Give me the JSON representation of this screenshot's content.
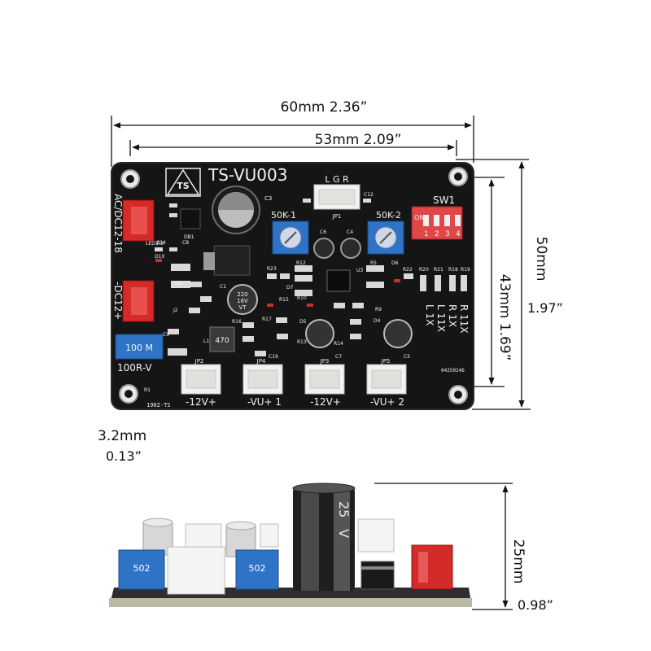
{
  "dimensions": {
    "width_outer": "60mm  2.36”",
    "width_inner": "53mm  2.09”",
    "height_outer_mm": "50mm",
    "height_outer_in": "1.97”",
    "height_inner": "43mm  1.69”",
    "hole_mm": "3.2mm",
    "hole_in": "0.13”",
    "side_height_mm": "25mm",
    "side_height_in": "0.98”"
  },
  "board": {
    "title": "TS-VU003",
    "logo": "TS",
    "input_power_label": "AC/DC12-18",
    "dc_label": "-DC12+",
    "trim_label": "100R-V",
    "trim_mark": "100 M",
    "lgr": "L G R",
    "pot_left": "50K-1",
    "pot_right": "50K-2",
    "switch_name": "SW1",
    "switch_on": "ON",
    "switch_numbers": [
      "1",
      "2",
      "3",
      "4"
    ],
    "gain_right": [
      "R 11X",
      "R 1X",
      "L 11X",
      "L 1X"
    ],
    "serial": "04250246",
    "footer_code": "1902-TS",
    "connectors": [
      {
        "ref": "JP2",
        "label": "-12V+"
      },
      {
        "ref": "JP4",
        "label": "-VU+ 1"
      },
      {
        "ref": "JP3",
        "label": "-12V+"
      },
      {
        "ref": "JP5",
        "label": "-VU+ 2"
      }
    ],
    "top_connector_ref": "JP1",
    "cap_big": "C3",
    "cap_mid_text": [
      "220",
      "16V",
      "VT"
    ],
    "inductor": "470",
    "refs": [
      "LED1",
      "R3",
      "C14",
      "C8",
      "DB1",
      "D10",
      "D9",
      "C1",
      "J2",
      "L1",
      "R16",
      "C19",
      "R17",
      "D5",
      "D7",
      "R12",
      "R15",
      "R10",
      "C6",
      "C4",
      "U3",
      "R5",
      "D6",
      "R23",
      "R22",
      "R21",
      "R18",
      "R19",
      "R20",
      "R13",
      "R14",
      "R9",
      "D4",
      "C7",
      "C5",
      "C9",
      "C12",
      "R1"
    ]
  },
  "side": {
    "cap_text": [
      "25",
      "V"
    ],
    "pot_code": "502"
  }
}
